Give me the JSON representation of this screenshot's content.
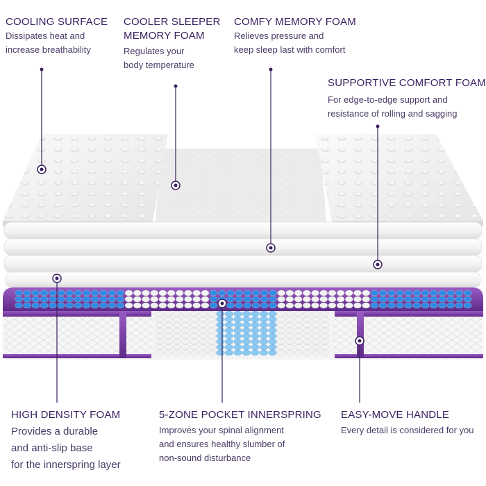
{
  "colors": {
    "label_title": "#3a2060",
    "label_text": "#4a3a66",
    "purple_border": "#7a3fa3",
    "blue_coil": "#2e8be6",
    "light_blue_coil": "#8cc8f0",
    "white_coil": "#f2f2f2"
  },
  "labels": {
    "cooling_surface": {
      "title": "COOLING SURFACE",
      "desc": [
        "Dissipates heat and",
        "increase breathability"
      ]
    },
    "cooler_sleeper": {
      "title": [
        "COOLER SLEEPER",
        "MEMORY FOAM"
      ],
      "desc": [
        "Regulates your",
        "body temperature"
      ]
    },
    "comfy_memory": {
      "title": "COMFY MEMORY FOAM",
      "desc": [
        "Relieves pressure and",
        "keep sleep last with comfort"
      ]
    },
    "supportive_comfort": {
      "title": "SUPPORTIVE COMFORT FOAM",
      "desc": [
        "For edge-to-edge support and",
        "resistance of rolling and sagging"
      ]
    },
    "high_density": {
      "title": "HIGH DENSITY FOAM",
      "desc": [
        "Provides a durable",
        "and anti-slip base",
        "for the innerspring layer"
      ]
    },
    "pocket_innerspring": {
      "title": "5-ZONE POCKET INNERSPRING",
      "desc": [
        "Improves your spinal alignment",
        "and ensures healthy slumber of",
        "non-sound disturbance"
      ]
    },
    "easy_move": {
      "title": "EASY-MOVE HANDLE",
      "desc": [
        "Every detail is considered for you"
      ]
    }
  }
}
